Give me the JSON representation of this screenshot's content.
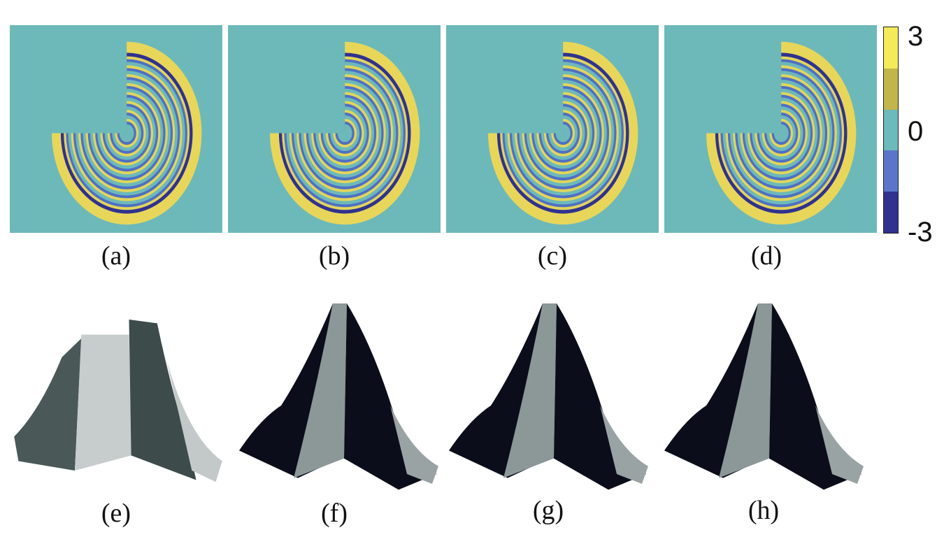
{
  "figure": {
    "panels_top": [
      {
        "label": "(a)",
        "variant": "noisy"
      },
      {
        "label": "(b)",
        "variant": "smooth"
      },
      {
        "label": "(c)",
        "variant": "smooth"
      },
      {
        "label": "(d)",
        "variant": "smooth"
      }
    ],
    "panels_bottom": [
      {
        "label": "(e)",
        "variant": "rough"
      },
      {
        "label": "(f)",
        "variant": "dark"
      },
      {
        "label": "(g)",
        "variant": "dark"
      },
      {
        "label": "(h)",
        "variant": "dark"
      }
    ],
    "colorbar": {
      "ticks": [
        "3",
        "0",
        "-3"
      ],
      "colors": [
        "#f4ea5a",
        "#c2b54b",
        "#6cbabb",
        "#5b76c9",
        "#30328e"
      ]
    },
    "colors": {
      "background": "#6db9b9",
      "outer_band": "#e8d65a",
      "dark_ring": "#30328e",
      "mid_ring": "#4f6fc4",
      "light_ring": "#e3d55b"
    }
  }
}
